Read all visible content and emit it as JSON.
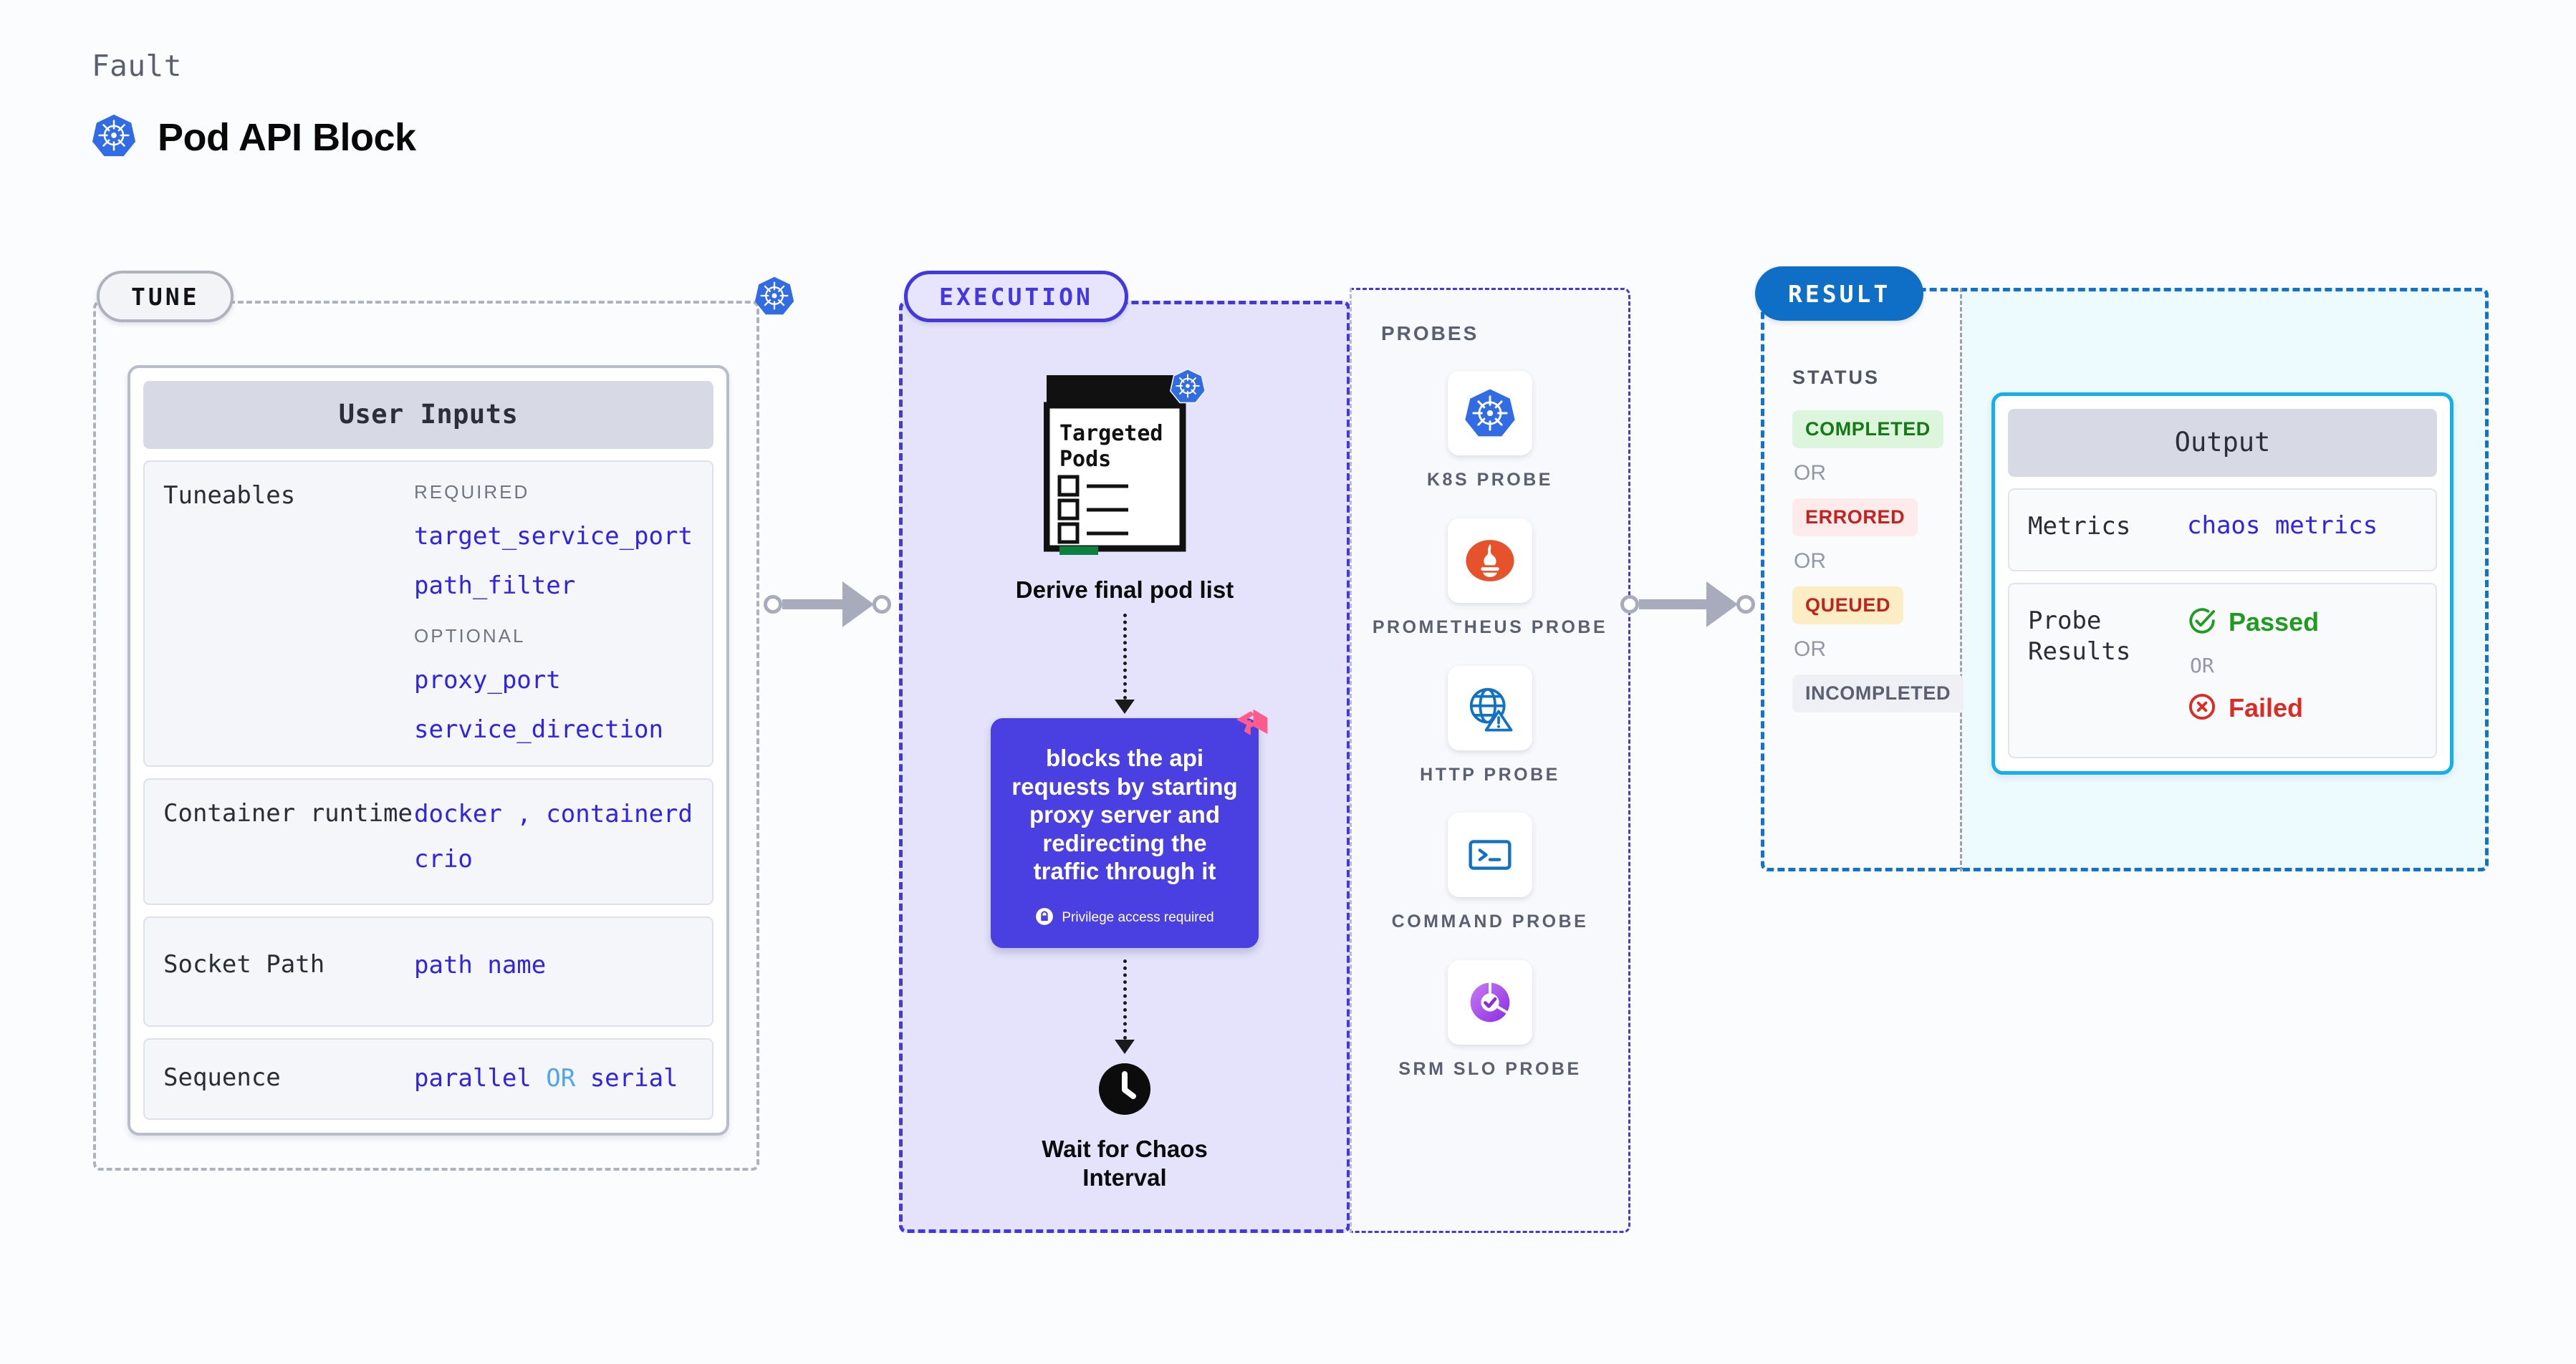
{
  "header": {
    "eyebrow": "Fault",
    "title": "Pod API Block",
    "icon": "kubernetes-icon"
  },
  "tune": {
    "pill_label": "TUNE",
    "boundary_icon": "kubernetes-icon",
    "card_title": "User Inputs",
    "tuneables": {
      "label": "Tuneables",
      "required_heading": "REQUIRED",
      "required": [
        "target_service_port",
        "path_filter"
      ],
      "optional_heading": "OPTIONAL",
      "optional": [
        "proxy_port",
        "service_direction"
      ]
    },
    "rows": [
      {
        "label": "Container runtime",
        "values_line1_a": "docker",
        "values_line1_sep": ",",
        "values_line1_b": "containerd",
        "values_line2": "crio"
      },
      {
        "label": "Socket Path",
        "value": "path name"
      },
      {
        "label": "Sequence",
        "value_a": "parallel",
        "value_or": "OR",
        "value_b": "serial"
      }
    ]
  },
  "execution": {
    "pill_label": "EXECUTION",
    "pods_icon": "targeted-pods-checklist-icon",
    "pods_icon_title_line1": "Targeted",
    "pods_icon_title_line2": "Pods",
    "pods_badge_icon": "kubernetes-icon",
    "pods_caption": "Derive final pod list",
    "action_text": "blocks the api requests by starting proxy server and redirecting the traffic through it",
    "action_badge_icon": "litmus-chaos-icon",
    "privilege_icon": "lock-icon",
    "privilege_text": "Privilege access required",
    "wait_icon": "clock-icon",
    "wait_caption_line1": "Wait for Chaos",
    "wait_caption_line2": "Interval"
  },
  "probes": {
    "heading": "PROBES",
    "items": [
      {
        "label": "K8S PROBE",
        "icon": "kubernetes-icon"
      },
      {
        "label": "PROMETHEUS PROBE",
        "icon": "prometheus-icon"
      },
      {
        "label": "HTTP PROBE",
        "icon": "globe-warning-icon"
      },
      {
        "label": "COMMAND PROBE",
        "icon": "terminal-icon"
      },
      {
        "label": "SRM SLO PROBE",
        "icon": "srm-slo-donut-icon"
      }
    ]
  },
  "result": {
    "pill_label": "RESULT",
    "status_heading": "STATUS",
    "or_label": "OR",
    "statuses": [
      {
        "label": "COMPLETED",
        "style": "chip-completed"
      },
      {
        "label": "ERRORED",
        "style": "chip-errored"
      },
      {
        "label": "QUEUED",
        "style": "chip-queued"
      },
      {
        "label": "INCOMPLETED",
        "style": "chip-incompleted"
      }
    ],
    "output": {
      "title": "Output",
      "metrics_label": "Metrics",
      "metrics_value": "chaos metrics",
      "probe_results_label": "Probe Results",
      "passed_label": "Passed",
      "passed_icon": "check-circle-icon",
      "or_label": "OR",
      "failed_label": "Failed",
      "failed_icon": "x-circle-icon"
    }
  },
  "colors": {
    "kubernetes_blue": "#326CE5",
    "execution_purple": "#4338E0",
    "action_card": "#4A3FE0",
    "result_blue": "#0F6FC6",
    "output_cyan": "#13B0EC",
    "litmus_pink": "#FF5C8D",
    "prometheus_orange": "#E6522C",
    "pass_green": "#1F9C1F",
    "fail_red": "#DD2A22",
    "code_indigo": "#2F23E8"
  }
}
